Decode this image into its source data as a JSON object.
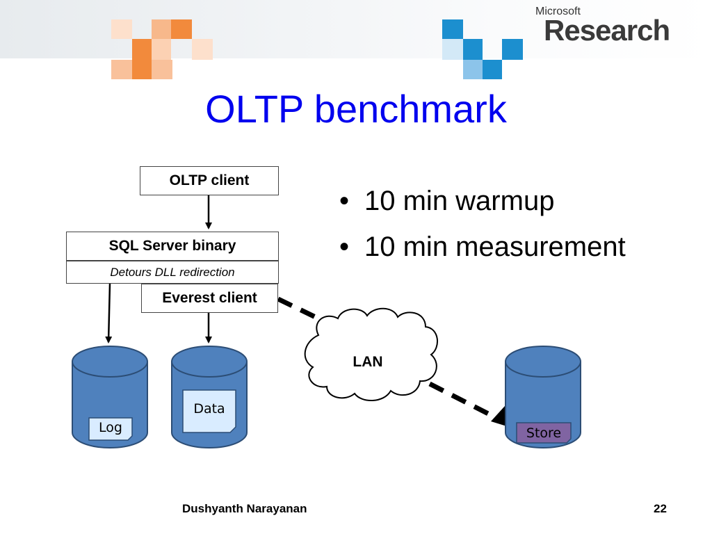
{
  "slide": {
    "title": "OLTP benchmark",
    "logo": {
      "brand": "Microsoft",
      "product": "Research"
    },
    "boxes": {
      "oltp_client": "OLTP client",
      "sql_server": "SQL Server binary",
      "detours": "Detours DLL redirection",
      "everest_client": "Everest client"
    },
    "cloud_label": "LAN",
    "disks": {
      "log": "Log",
      "data": "Data",
      "store": "Store"
    },
    "bullets": [
      "10 min warmup",
      "10 min measurement"
    ],
    "footer": {
      "author": "Dushyanth Narayanan",
      "page": "22"
    }
  },
  "colors": {
    "title": "#0000ee",
    "cylinder_fill": "#4f81bd",
    "cylinder_stroke": "#2c4d75",
    "label_fill": "#d9ecff",
    "store_label_fill": "#8064a2"
  }
}
